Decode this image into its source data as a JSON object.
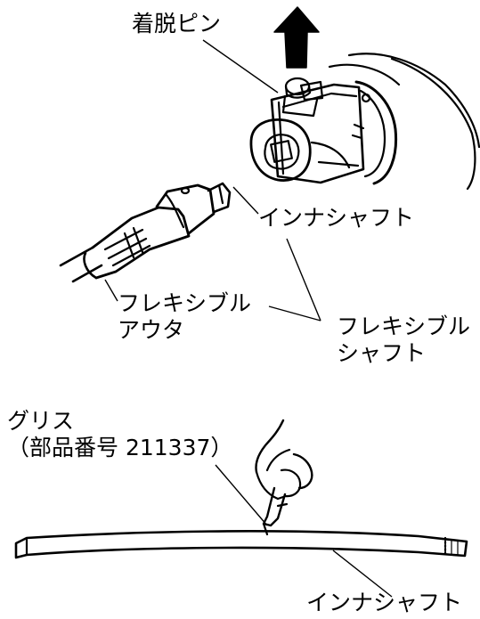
{
  "labels": {
    "pin": "着脱ピン",
    "inner_shaft_top": "インナシャフト",
    "flexible_outer": [
      "フレキシブル",
      "アウタ"
    ],
    "flexible_shaft": [
      "フレキシブル",
      "シャフト"
    ],
    "grease": [
      "グリス",
      "（部品番号 211337）"
    ],
    "inner_shaft_bottom": "インナシャフト"
  },
  "colors": {
    "ink": "#000000",
    "paper": "#ffffff"
  }
}
